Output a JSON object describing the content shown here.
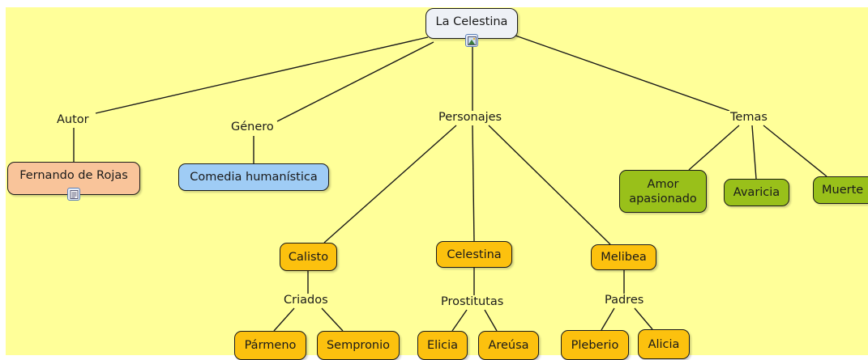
{
  "map": {
    "root": "La Celestina",
    "links": {
      "autor": "Autor",
      "genero": "Género",
      "personajes": "Personajes",
      "temas": "Temas",
      "criados": "Criados",
      "prostitutas": "Prostitutas",
      "padres": "Padres"
    },
    "nodes": {
      "autor_value": "Fernando de Rojas",
      "genero_value": "Comedia humanística",
      "calisto": "Calisto",
      "celestina": "Celestina",
      "melibea": "Melibea",
      "parmeno": "Pármeno",
      "sempronio": "Sempronio",
      "elicia": "Elicia",
      "areusa": "Areúsa",
      "pleberio": "Pleberio",
      "alicia": "Alicia",
      "amor": "Amor apasionado",
      "avaricia": "Avaricia",
      "muerte": "Muerte"
    },
    "icons": {
      "root": "image-resource-icon",
      "autor": "document-resource-icon"
    },
    "colors": {
      "background": "#ffff99",
      "root": "#eef1f6",
      "author": "#f9c49a",
      "genre": "#9fccf5",
      "characters": "#fcc10e",
      "themes": "#99c01a"
    }
  }
}
